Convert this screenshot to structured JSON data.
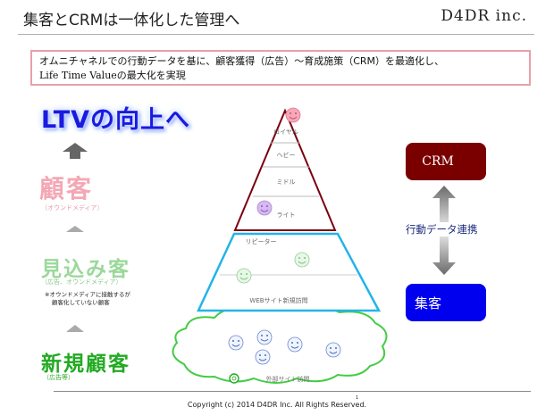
{
  "header": {
    "title": "集客とCRMは一体化した管理へ",
    "brand": "D4DR inc."
  },
  "summary": {
    "line1": "オムニチャネルでの行動データを基に、顧客獲得（広告）〜育成施策（CRM）を最適化し、",
    "line2": "Life Time Valueの最大化を実現"
  },
  "ltv_heading": "LTVの向上へ",
  "stages": [
    {
      "title": "顧客",
      "sub": "（オウンドメディア）"
    },
    {
      "title": "見込み客",
      "sub": "（広告、オウンドメディア）",
      "note_line1": "※オウンドメディアに接触するが",
      "note_line2": "顧客化していない顧客"
    },
    {
      "title": "新規顧客",
      "sub": "（広告等）"
    }
  ],
  "pyramid": {
    "layers": [
      "ロイヤル",
      "ヘビー",
      "ミドル",
      "ライト"
    ],
    "prospect_top": "リピーター",
    "prospect_bottom": "WEBサイト新規訪問",
    "cloud_label": "外部サイト訪問"
  },
  "right": {
    "crm": "CRM",
    "link": "行動データ連携",
    "acquisition": "集客"
  },
  "footer": {
    "copyright": "Copyright (c) 2014 D4DR Inc. All Rights Reserved.",
    "page": "1"
  },
  "colors": {
    "crm_box": "#7a0000",
    "acq_box": "#0000ee",
    "pyramid_outline": "#7a0010",
    "prospect_outline": "#22b4e8",
    "cloud_outline": "#44cc44",
    "ltv_text": "#1a1ae0"
  },
  "icons": [
    "smiley-icon",
    "up-arrow-icon",
    "double-arrow-icon",
    "cloud-icon"
  ]
}
